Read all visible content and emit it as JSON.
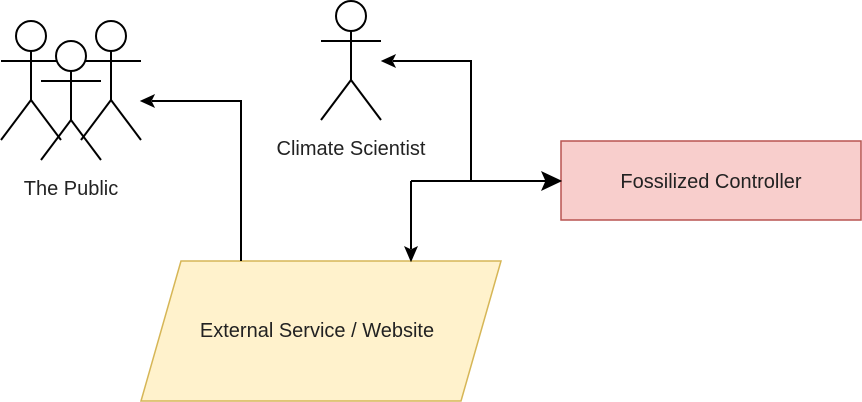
{
  "nodes": {
    "public": {
      "label": "The Public"
    },
    "scientist": {
      "label": "Climate Scientist"
    },
    "controller": {
      "label": "Fossilized Controller",
      "fill": "#f8cecc",
      "stroke": "#b85450"
    },
    "external": {
      "label": "External Service / Website",
      "fill": "#fff2cc",
      "stroke": "#d6b656"
    }
  },
  "edges": [
    {
      "from": "external",
      "to": "public"
    },
    {
      "from": "controller",
      "to": "scientist"
    },
    {
      "from": "controller",
      "to": "external"
    },
    {
      "from": "scientist",
      "to": "controller"
    }
  ]
}
